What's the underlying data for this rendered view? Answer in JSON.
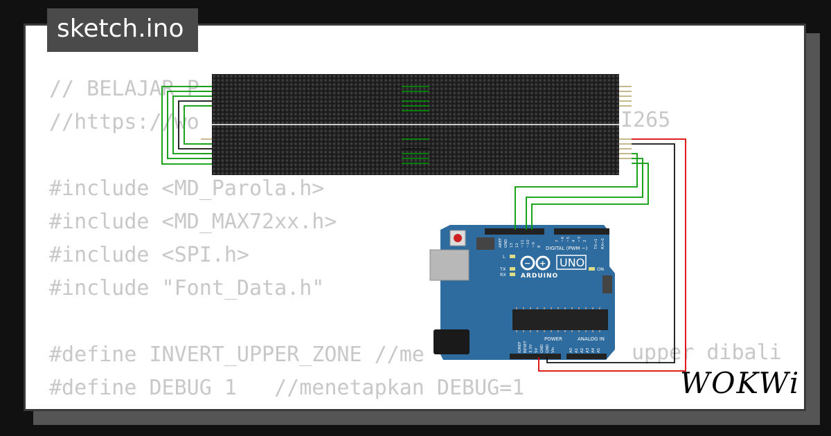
{
  "file_tab": {
    "title": "sketch.ino"
  },
  "code_lines": [
    "// BELAJAR P",
    "//https://wo",
    "",
    "#include <MD_Parola.h>",
    "#include <MD_MAX72xx.h>",
    "#include <SPI.h>",
    "#include \"Font_Data.h\"",
    "",
    "#define INVERT_UPPER_ZONE //me",
    "#define DEBUG 1   //menetapkan DEBUG=1"
  ],
  "code_fragments": {
    "line2_tail": "I265",
    "line9_tail": "upper dibali"
  },
  "arduino": {
    "model": "UNO",
    "brand": "ARDUINO",
    "digital_label": "DIGITAL (PWM ~)",
    "power_label": "POWER",
    "analog_label": "ANALOG IN",
    "on_label": "ON",
    "led_l": "L",
    "led_tx": "TX",
    "led_rx": "RX",
    "header_top_pins": [
      "AREF",
      "GND",
      "13",
      "12",
      "~11",
      "~10",
      "~9",
      "8",
      "7",
      "~6",
      "~5",
      "4",
      "~3",
      "2",
      "TX→1",
      "RX←0"
    ],
    "header_power_pins": [
      "IOREF",
      "RESET",
      "3.3V",
      "5V",
      "GND",
      "GND",
      "Vin"
    ],
    "header_analog_pins": [
      "A0",
      "A1",
      "A2",
      "A3",
      "A4",
      "A5"
    ]
  },
  "brand_logo": "WOKWi",
  "colors": {
    "board_blue": "#2e6b9e",
    "wire_green": "#009900",
    "wire_red": "#dd0000",
    "wire_black": "#111111",
    "matrix_dark": "#1b1b1b",
    "code_gray": "#c8c8c8"
  }
}
